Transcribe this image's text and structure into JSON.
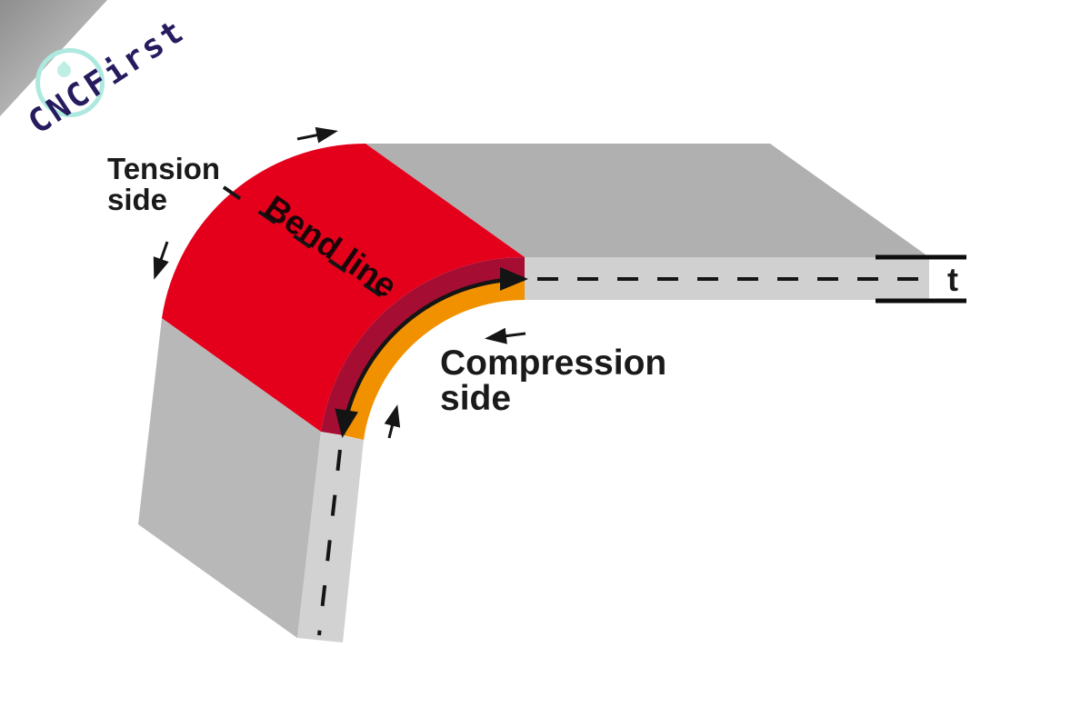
{
  "watermark": {
    "brand": "CNCFirst",
    "brand_color": "#261b5e",
    "circle_color": "#aee9df"
  },
  "labels": {
    "tension_line1": "Tension",
    "tension_line2": "side",
    "compression_line1": "Compression",
    "compression_line2": "side",
    "bend_line": "Bend line",
    "thickness": "t"
  },
  "colors": {
    "tension_surface": "#e4001b",
    "outer_edge_band": "#a60d33",
    "compression_edge_band": "#f29100",
    "flange_top": "#b0b0b0",
    "flange_edge": "#d0d0d0",
    "leg_top": "#b8b8b8",
    "leg_edge": "#d2d2d2",
    "line": "#151515"
  }
}
